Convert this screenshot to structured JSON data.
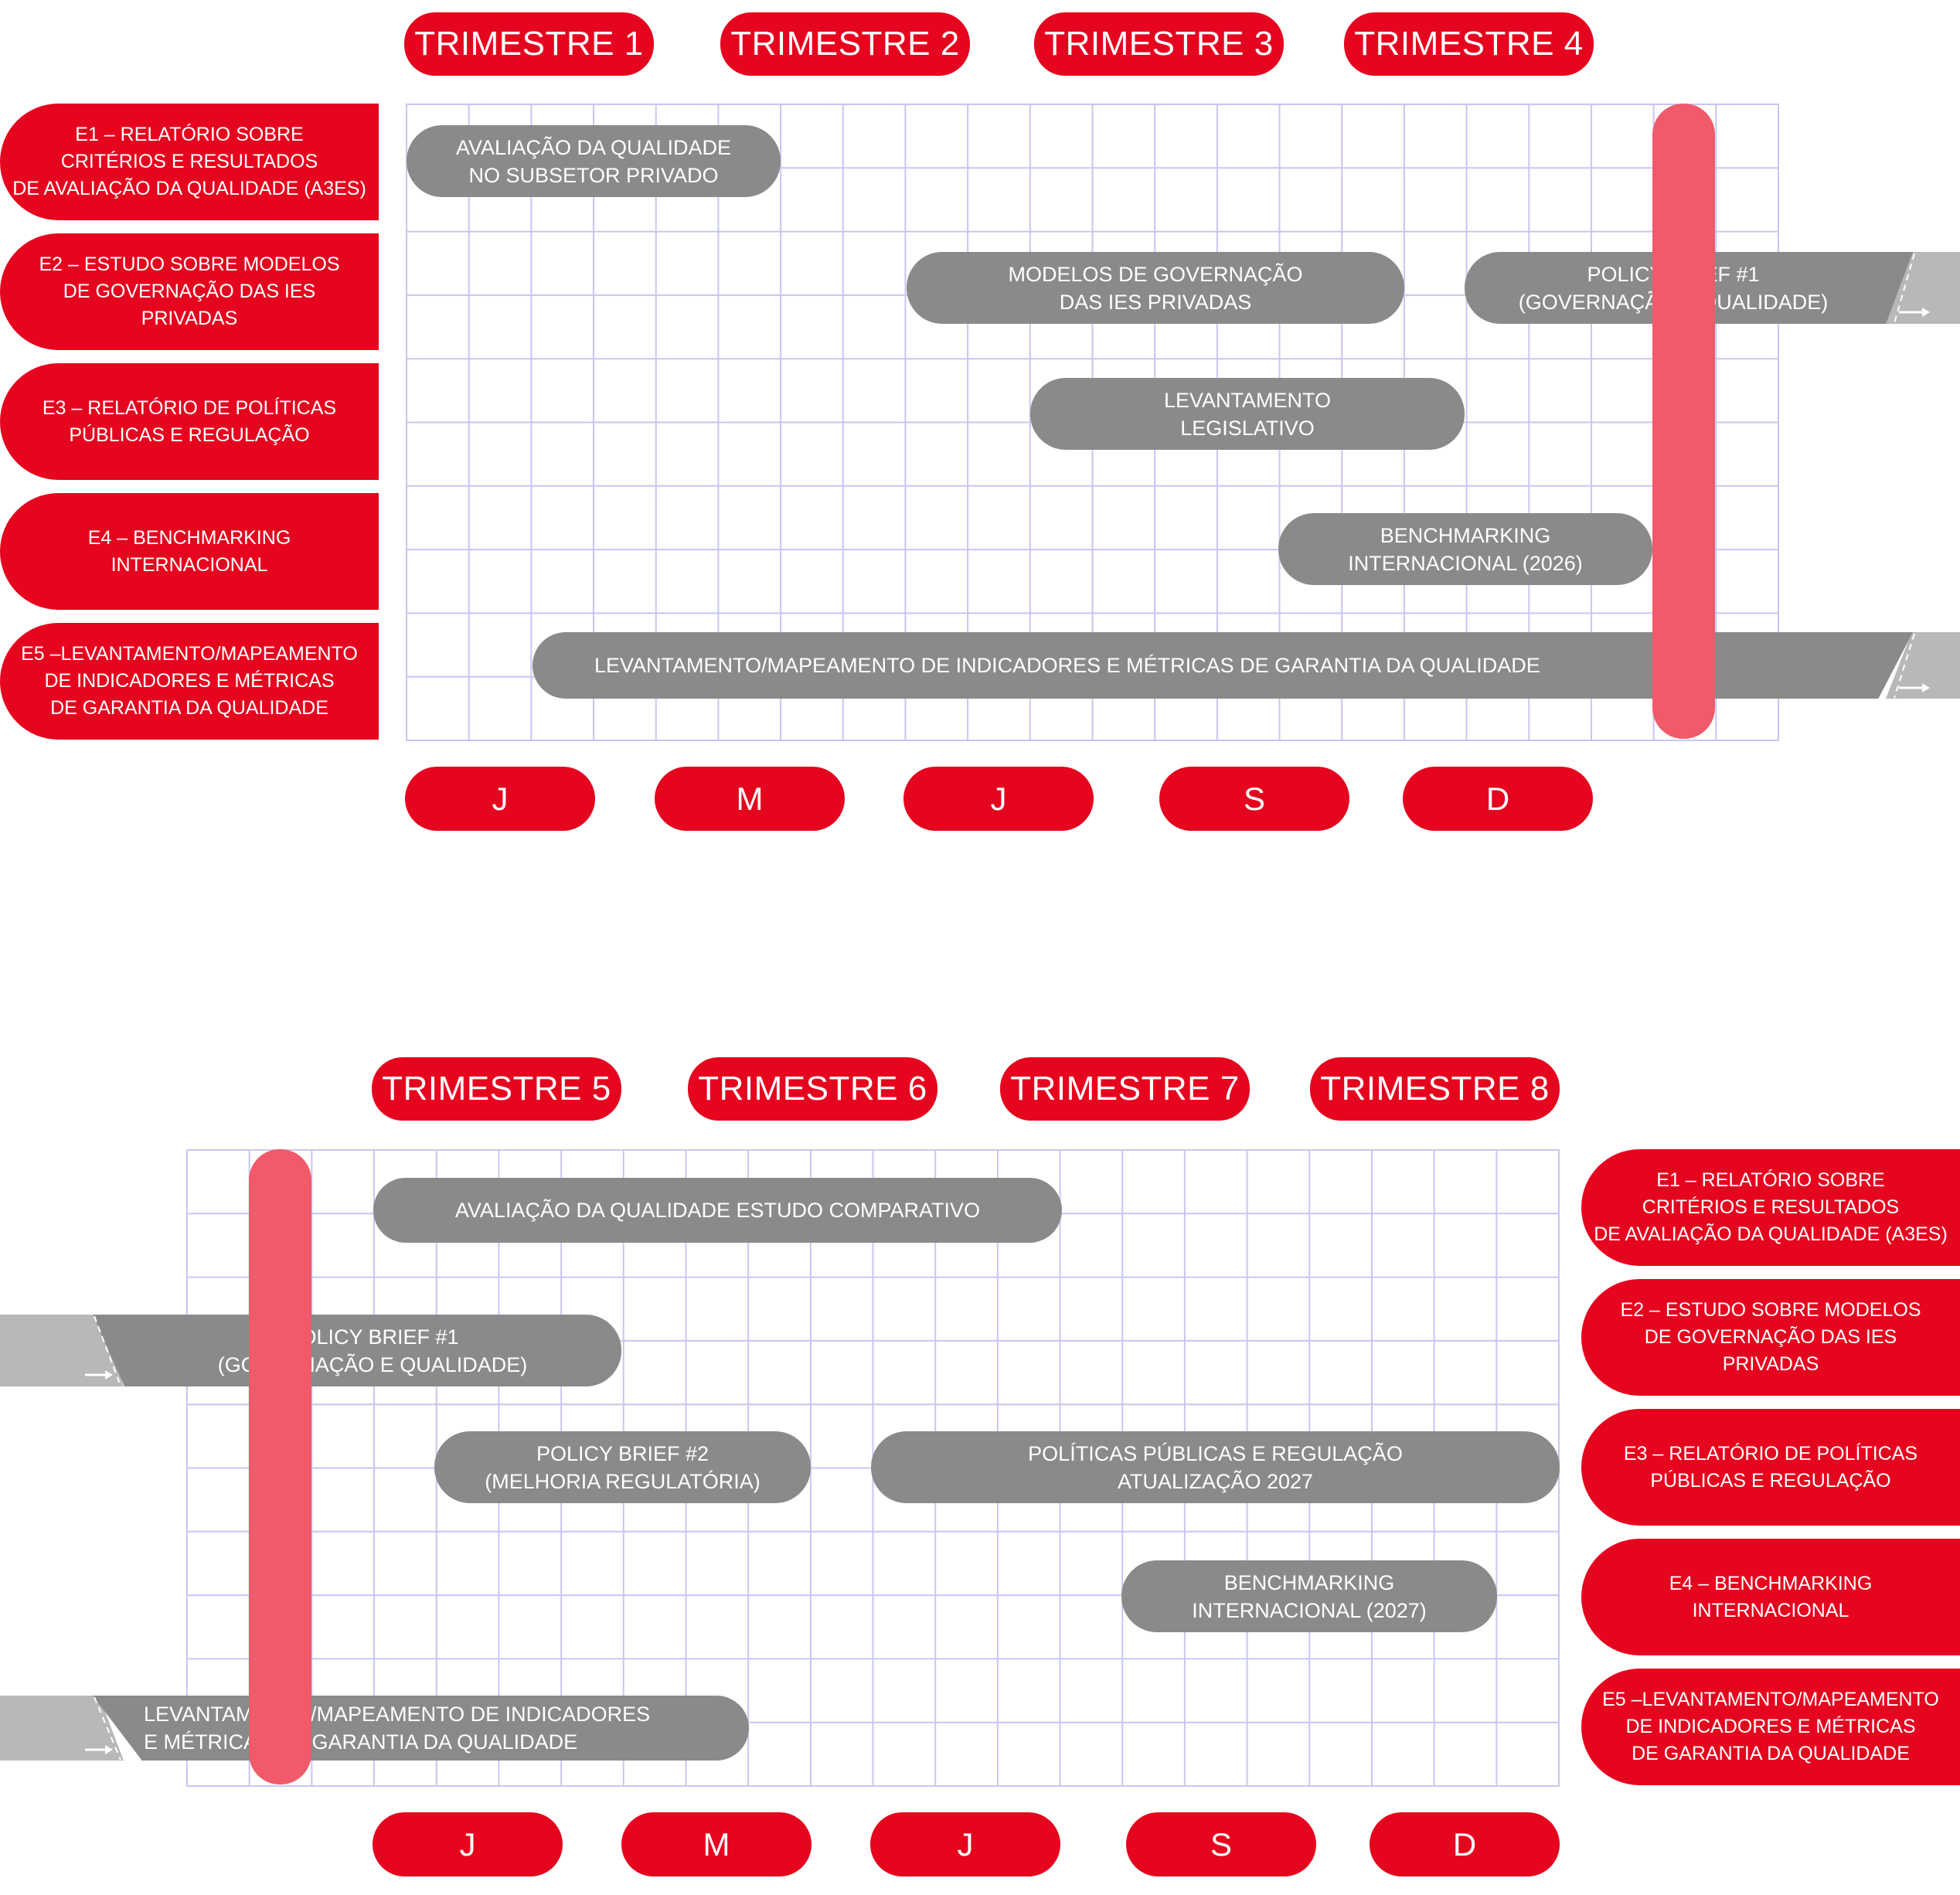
{
  "colors": {
    "accent": "#e5051e",
    "bar": "#8a8a8a",
    "continuation": "#b8b8b8",
    "marker": "#f05a6a",
    "grid": "#c8c6f2"
  },
  "year1": {
    "quarters": [
      "TRIMESTRE 1",
      "TRIMESTRE 2",
      "TRIMESTRE 3",
      "TRIMESTRE 4"
    ],
    "months": [
      "J",
      "M",
      "J",
      "S",
      "D"
    ],
    "rows": [
      "E1 – RELATÓRIO SOBRE\nCRITÉRIOS E RESULTADOS\nDE AVALIAÇÃO DA QUALIDADE (A3ES)",
      "E2 – ESTUDO SOBRE MODELOS\nDE GOVERNAÇÃO DAS IES\nPRIVADAS",
      "E3 – RELATÓRIO DE POLÍTICAS\nPÚBLICAS E REGULAÇÃO",
      "E4 – BENCHMARKING\nINTERNACIONAL",
      "E5 –LEVANTAMENTO/MAPEAMENTO\nDE INDICADORES E MÉTRICAS\nDE GARANTIA DA QUALIDADE"
    ],
    "bars": [
      "AVALIAÇÃO DA QUALIDADE\nNO SUBSETOR PRIVADO",
      "MODELOS DE GOVERNAÇÃO\nDAS IES PRIVADAS",
      "POLICY BRIEF #1\n(GOVERNAÇÃO E QUALIDADE)",
      "LEVANTAMENTO\nLEGISLATIVO",
      "BENCHMARKING\nINTERNACIONAL (2026)",
      "LEVANTAMENTO/MAPEAMENTO DE INDICADORES E MÉTRICAS DE GARANTIA DA QUALIDADE"
    ]
  },
  "year2": {
    "quarters": [
      "TRIMESTRE 5",
      "TRIMESTRE 6",
      "TRIMESTRE 7",
      "TRIMESTRE 8"
    ],
    "months": [
      "J",
      "M",
      "J",
      "S",
      "D"
    ],
    "rows": [
      "E1 – RELATÓRIO SOBRE\nCRITÉRIOS E RESULTADOS\nDE AVALIAÇÃO DA QUALIDADE (A3ES)",
      "E2 – ESTUDO SOBRE MODELOS\nDE GOVERNAÇÃO DAS IES\nPRIVADAS",
      "E3 – RELATÓRIO DE POLÍTICAS\nPÚBLICAS E REGULAÇÃO",
      "E4 – BENCHMARKING\nINTERNACIONAL",
      "E5 –LEVANTAMENTO/MAPEAMENTO\nDE INDICADORES E MÉTRICAS\nDE GARANTIA DA QUALIDADE"
    ],
    "bars": [
      "AVALIAÇÃO DA QUALIDADE ESTUDO COMPARATIVO",
      "POLICY BRIEF #1\n(GOVERNAÇÃO E QUALIDADE)",
      "POLICY BRIEF #2\n(MELHORIA REGULATÓRIA)",
      "POLÍTICAS PÚBLICAS E REGULAÇÃO\nATUALIZAÇÃO 2027",
      "BENCHMARKING\nINTERNACIONAL (2027)",
      "LEVANTAMENTO/MAPEAMENTO DE INDICADORES\nE MÉTRICAS DE GARANTIA DA QUALIDADE"
    ]
  }
}
